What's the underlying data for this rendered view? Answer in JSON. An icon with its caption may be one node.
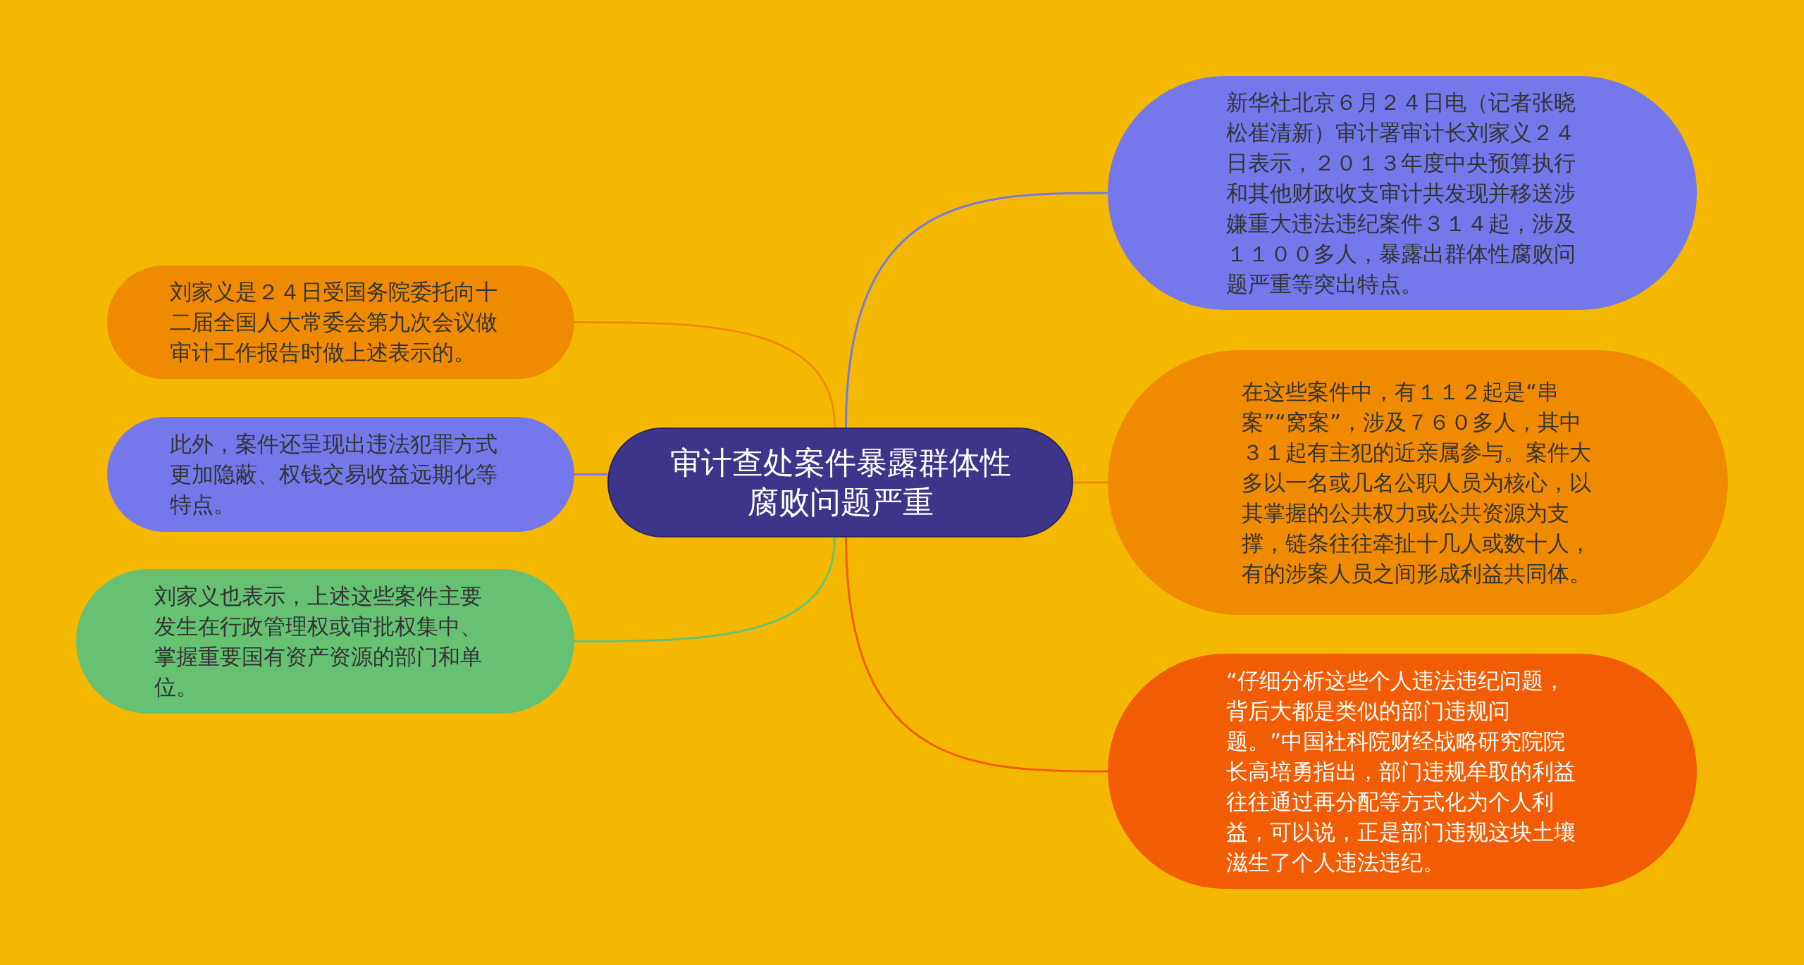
{
  "diagram": {
    "nodes": [
      {
        "text": [
          "审计查处案件暴露群体性腐败问题严重"
        ]
      },
      {
        "text": [
          "新华社北京６月２４日电（记者张晓松崔清新）审计署审计长刘家义２４日表示，２０１３年度中央预算执行和其他财政收支审计共发现并移送涉嫌重大违法违纪案件３１４起，涉及１１００多人，暴露出群体性腐败问题严重等突出特点。"
        ]
      },
      {
        "text": [
          "在这些案件中，有１１２起是“串案”“窝案”，涉及７６０多人，其中３１起有主犯的近亲属参与。案件大多以一名或几名公职人员为核心，以其掌握的公共权力或公共资源为支撑，链条往往牵扯十几人或数十人，有的涉案人员之间形成利益共同体。"
        ]
      },
      {
        "text": [
          "“仔细分析这些个人违法违纪问题，背后大都是类似的部门违规问题。”中国社科院财经战略研究院院长高培勇指出，部门违规牟取的利益往往通过再分配等方式化为个人利益，可以说，正是部门违规这块土壤滋生了个人违法违纪。"
        ]
      },
      {
        "text": [
          "刘家义是２４日受国务院委托向十二届全国人大常委会第九次会议做审计工作报告时做上述表示的。"
        ]
      },
      {
        "text": [
          "此外，案件还呈现出违法犯罪方式更加隐蔽、权钱交易收益远期化等特点。"
        ]
      },
      {
        "text": [
          "刘家义也表示，上述这些案件主要发生在行政管理权或审批权集中、掌握重要国有资产资源的部门和单位。"
        ]
      }
    ],
    "edges": [
      {
        "from": 0,
        "to": 1,
        "arrow": "none",
        "color": "#7478ea"
      },
      {
        "from": 0,
        "to": 2,
        "arrow": "none",
        "color": "#f08a00"
      },
      {
        "from": 0,
        "to": 3,
        "arrow": "none",
        "color": "#f25c05"
      },
      {
        "from": 0,
        "to": 4,
        "arrow": "none",
        "color": "#f08a00"
      },
      {
        "from": 0,
        "to": 5,
        "arrow": "none",
        "color": "#7478ea"
      },
      {
        "from": 0,
        "to": 6,
        "arrow": "none",
        "color": "#66c173"
      }
    ]
  }
}
